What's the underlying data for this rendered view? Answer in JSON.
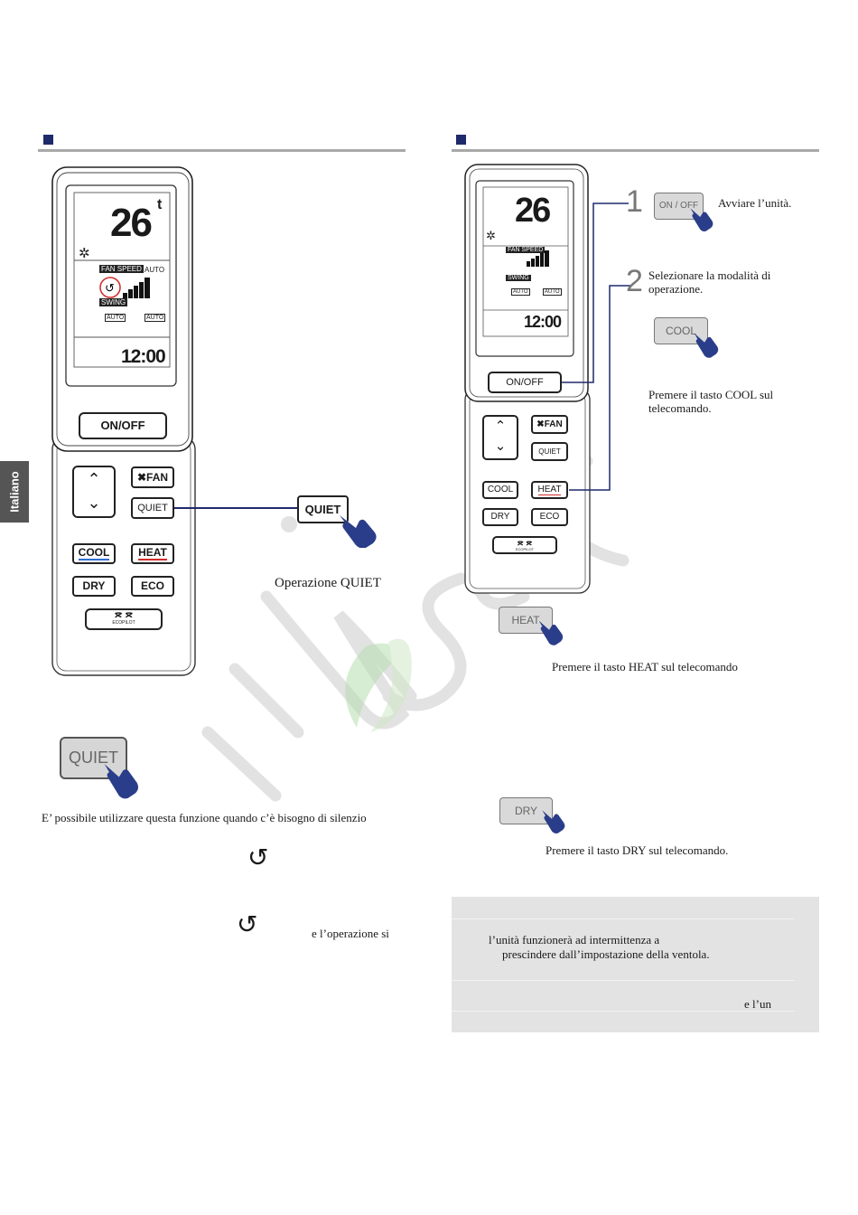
{
  "side_tab": "Italiano",
  "remote_left": {
    "temperature": "26",
    "temp_unit": "t",
    "fan_speed_label": "FAN SPEED",
    "fan_auto_label": "AUTO",
    "swing_label": "SWING",
    "swing_auto_1": "AUTO",
    "swing_auto_2": "AUTO",
    "clock": "12:00",
    "onoff": "ON/OFF",
    "fan": "FAN",
    "quiet": "QUIET",
    "cool": "COOL",
    "heat": "HEAT",
    "dry": "DRY",
    "eco": "ECO",
    "ecopilot": "ECOPILOT"
  },
  "remote_right": {
    "temperature": "26",
    "fan_speed_label": "FAN SPEED",
    "swing_label": "SWING",
    "swing_auto_1": "AUTO",
    "swing_auto_2": "AUTO",
    "clock": "12:00",
    "onoff": "ON/OFF",
    "fan": "FAN",
    "quiet": "QUIET",
    "cool": "COOL",
    "heat": "HEAT",
    "dry": "DRY",
    "eco": "ECO",
    "ecopilot": "ECOPILOT"
  },
  "left": {
    "quiet_callout": "QUIET",
    "quiet_operation": "Operazione QUIET",
    "quiet_big_button": "QUIET",
    "description": "E’ possibile utilizzare questa funzione quando c’è bisogno di silenzio",
    "operation_partial": "e  l’operazione  si"
  },
  "right": {
    "step1_num": "1",
    "step1_button": "ON / OFF",
    "step1_text": "Avviare l’unità.",
    "step2_num": "2",
    "step2_text_1": "Selezionare la modalità di",
    "step2_text_2": "operazione.",
    "cool_button": "COOL",
    "cool_text_1": "Premere il tasto COOL sul",
    "cool_text_2": "telecomando.",
    "heat_button": "HEAT",
    "heat_text": "Premere il tasto HEAT sul telecomando",
    "dry_button": "DRY",
    "dry_text": "Premere il tasto DRY sul telecomando.",
    "note_line_1": "l’unità  funzionerà  ad  intermittenza  a",
    "note_line_2": "prescindere dall’impostazione della ventola.",
    "note_line_3": "e   l’un"
  },
  "colors": {
    "section_marker": "#1f2a6b",
    "cool_underline": "#2c6fd1",
    "heat_underline": "#d22c2c",
    "connector_line": "#1f2a6b",
    "hand": "#2a3d8a",
    "note_bg": "#e3e3e3"
  }
}
